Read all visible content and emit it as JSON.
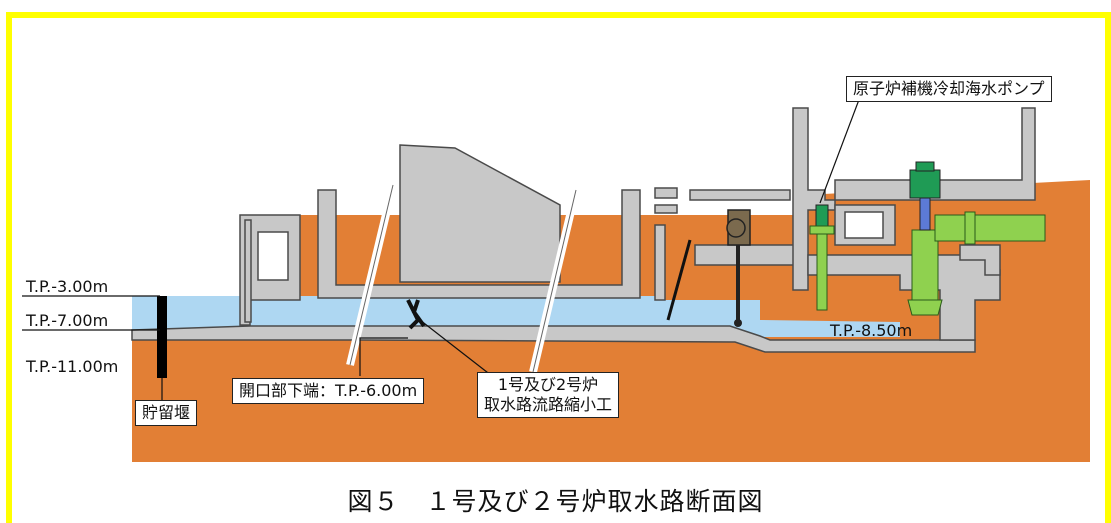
{
  "frame": {
    "color": "#ffff00"
  },
  "colors": {
    "ground": "#e27f35",
    "water": "#aed7f2",
    "concrete": "#c8c8c8",
    "concrete_edge": "#4a4a4a",
    "pump": "#8fd14f",
    "motor": "#1f9b55",
    "gate": "#7b6a4e",
    "barrier": "#000000"
  },
  "levels": {
    "tp_minus_3": "T.P.-3.00m",
    "tp_minus_7": "T.P.-7.00m",
    "tp_minus_11": "T.P.-11.00m",
    "tp_minus_8_5": "T.P.-8.50m"
  },
  "labels": {
    "pump": "原子炉補機冷却海水ポンプ",
    "weir": "貯留堰",
    "opening": "開口部下端：T.P.-6.00m",
    "constriction_line1": "1号及び2号炉",
    "constriction_line2": "取水路流路縮小工"
  },
  "caption": "図５　１号及び２号炉取水路断面図"
}
